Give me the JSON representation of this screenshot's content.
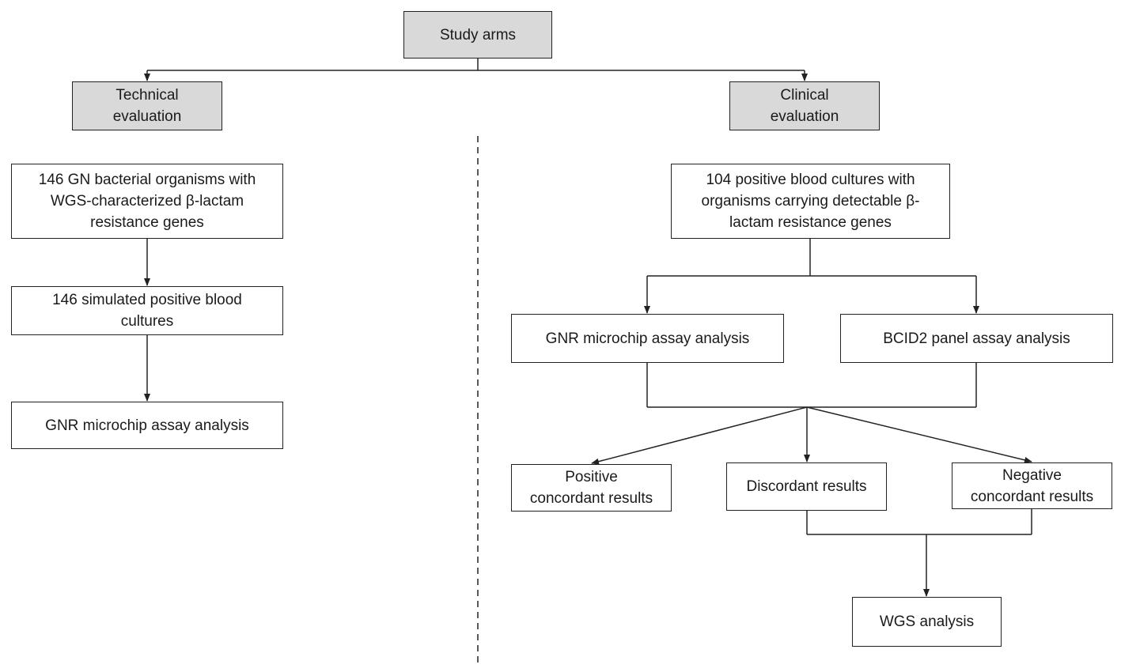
{
  "colors": {
    "shaded_fill": "#d9d9d9",
    "line": "#222222",
    "background": "#ffffff"
  },
  "nodes": {
    "study_arms": {
      "lines": [
        "Study arms"
      ]
    },
    "technical_evaluation": {
      "lines": [
        "Technical",
        "evaluation"
      ]
    },
    "clinical_evaluation": {
      "lines": [
        "Clinical",
        "evaluation"
      ]
    },
    "gn_organisms": {
      "lines": [
        "146 GN bacterial organisms with",
        "WGS-characterized β-lactam",
        "resistance genes"
      ]
    },
    "simulated_cultures": {
      "lines": [
        "146 simulated positive blood",
        "cultures"
      ]
    },
    "gnr_analysis_technical": {
      "lines": [
        "GNR microchip assay analysis"
      ]
    },
    "positive_blood_cultures": {
      "lines": [
        "104 positive blood cultures with",
        "organisms carrying detectable β-",
        "lactam resistance genes"
      ]
    },
    "gnr_analysis_clinical": {
      "lines": [
        "GNR microchip assay analysis"
      ]
    },
    "bcid2_analysis": {
      "lines": [
        "BCID2 panel assay analysis"
      ]
    },
    "positive_concordant": {
      "lines": [
        "Positive",
        "concordant results"
      ]
    },
    "discordant": {
      "lines": [
        "Discordant results"
      ]
    },
    "negative_concordant": {
      "lines": [
        "Negative",
        "concordant results"
      ]
    },
    "wgs_analysis": {
      "lines": [
        "WGS analysis"
      ]
    }
  }
}
